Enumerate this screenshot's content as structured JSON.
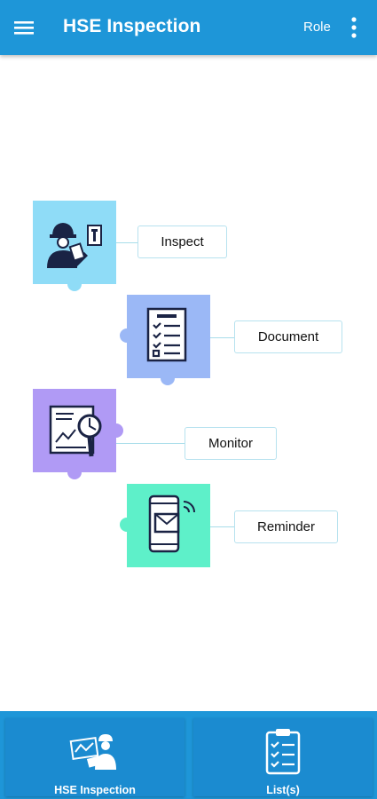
{
  "appbar": {
    "title": "HSE Inspection",
    "role_label": "Role",
    "color": "#1e96d8"
  },
  "tiles": [
    {
      "label": "Inspect",
      "icon": "inspector-icon",
      "color": "#8fdcf7"
    },
    {
      "label": "Document",
      "icon": "checklist-document-icon",
      "color": "#9bb8f6"
    },
    {
      "label": "Monitor",
      "icon": "monitor-report-icon",
      "color": "#b09af5"
    },
    {
      "label": "Reminder",
      "icon": "mobile-message-icon",
      "color": "#5ef0c9"
    }
  ],
  "bottom_nav": {
    "items": [
      {
        "label": "HSE Inspection",
        "icon": "inspection-worker-icon"
      },
      {
        "label": "List(s)",
        "icon": "clipboard-list-icon"
      }
    ]
  }
}
